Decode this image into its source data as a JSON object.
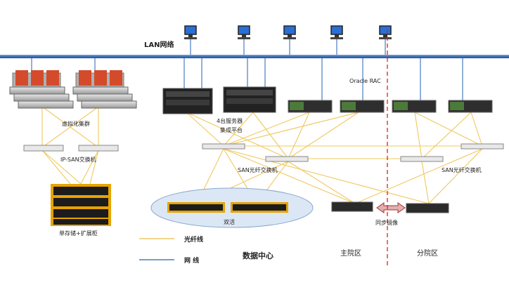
{
  "labels": {
    "lan": "LAN网络",
    "oracle_rac": "Oracle  RAC",
    "server4_line1": "4台服务器",
    "server4_line2": "集成平台",
    "virtual_cluster": "虚拟化集群",
    "ipsan_switch": "IP-SAN交换机",
    "san_switch_main": "SAN光纤交换机",
    "san_switch_branch": "SAN光纤交换机",
    "storage_single": "单存储+扩展柜",
    "active_active": "双活",
    "sync_mirror": "同步镜像",
    "main_campus": "主院区",
    "branch_campus": "分院区",
    "data_center": "数据中心"
  },
  "legend": {
    "fiber": "光纤线",
    "network": "网  线"
  },
  "colors": {
    "lan_bus": "#3d6fb6",
    "network_line": "#4a7cc0",
    "fiber_line": "#f0c860",
    "divider": "#e02020",
    "ellipse_fill": "#dce7f5",
    "ellipse_stroke": "#8aa6cf",
    "mirror_arrow": "#e0b0b0"
  },
  "icons": [
    "workstation-icon",
    "rack-server-icon",
    "blade-server-icon",
    "switch-icon",
    "storage-array-icon",
    "disk-enclosure-icon"
  ]
}
